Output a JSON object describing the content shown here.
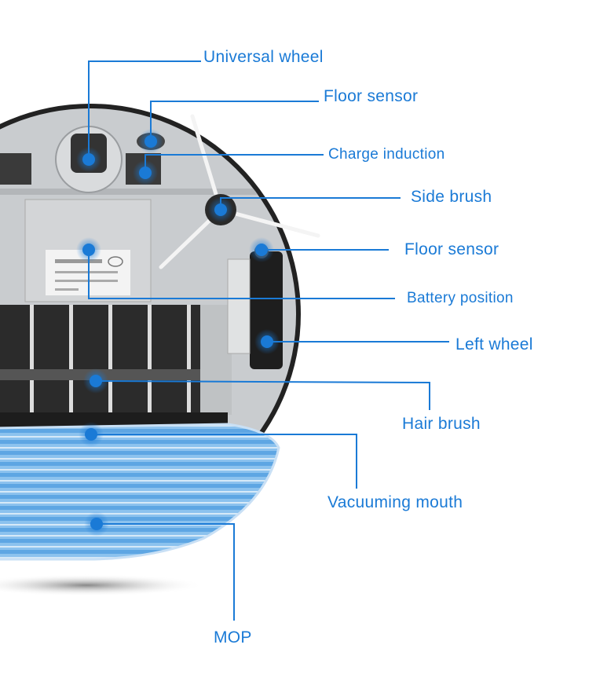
{
  "colors": {
    "accent": "#1a7ad6",
    "body": "#c9cccf",
    "mop": "#7fb8e8"
  },
  "labels": {
    "universal_wheel": "Universal wheel",
    "floor_sensor_top": "Floor sensor",
    "charge_induction": "Charge induction",
    "side_brush": "Side brush",
    "floor_sensor_side": "Floor sensor",
    "battery_position": "Battery position",
    "left_wheel": "Left wheel",
    "hair_brush": "Hair brush",
    "vacuuming_mouth": "Vacuuming mouth",
    "mop": "MOP"
  }
}
